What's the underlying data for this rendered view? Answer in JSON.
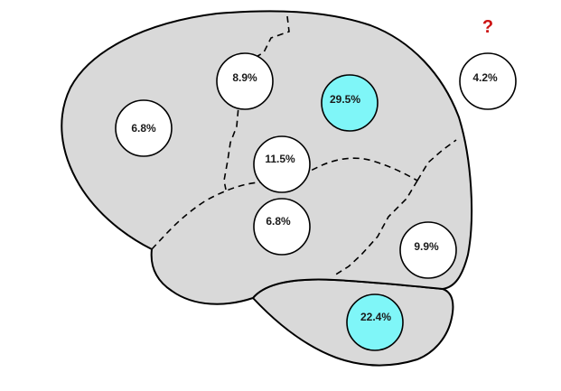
{
  "unknown_marker": "?",
  "colors": {
    "brain_fill": "#d9d9d9",
    "outline": "#000000",
    "circle_default": "#ffffff",
    "circle_highlight": "#7ff6f8",
    "question_mark": "#cc1111"
  },
  "regions": [
    {
      "label": "6.8%",
      "highlight": false
    },
    {
      "label": "8.9%",
      "highlight": false
    },
    {
      "label": "29.5%",
      "highlight": true
    },
    {
      "label": "4.2%",
      "highlight": false
    },
    {
      "label": "11.5%",
      "highlight": false
    },
    {
      "label": "6.8%",
      "highlight": false
    },
    {
      "label": "9.9%",
      "highlight": false
    },
    {
      "label": "22.4%",
      "highlight": true
    }
  ]
}
